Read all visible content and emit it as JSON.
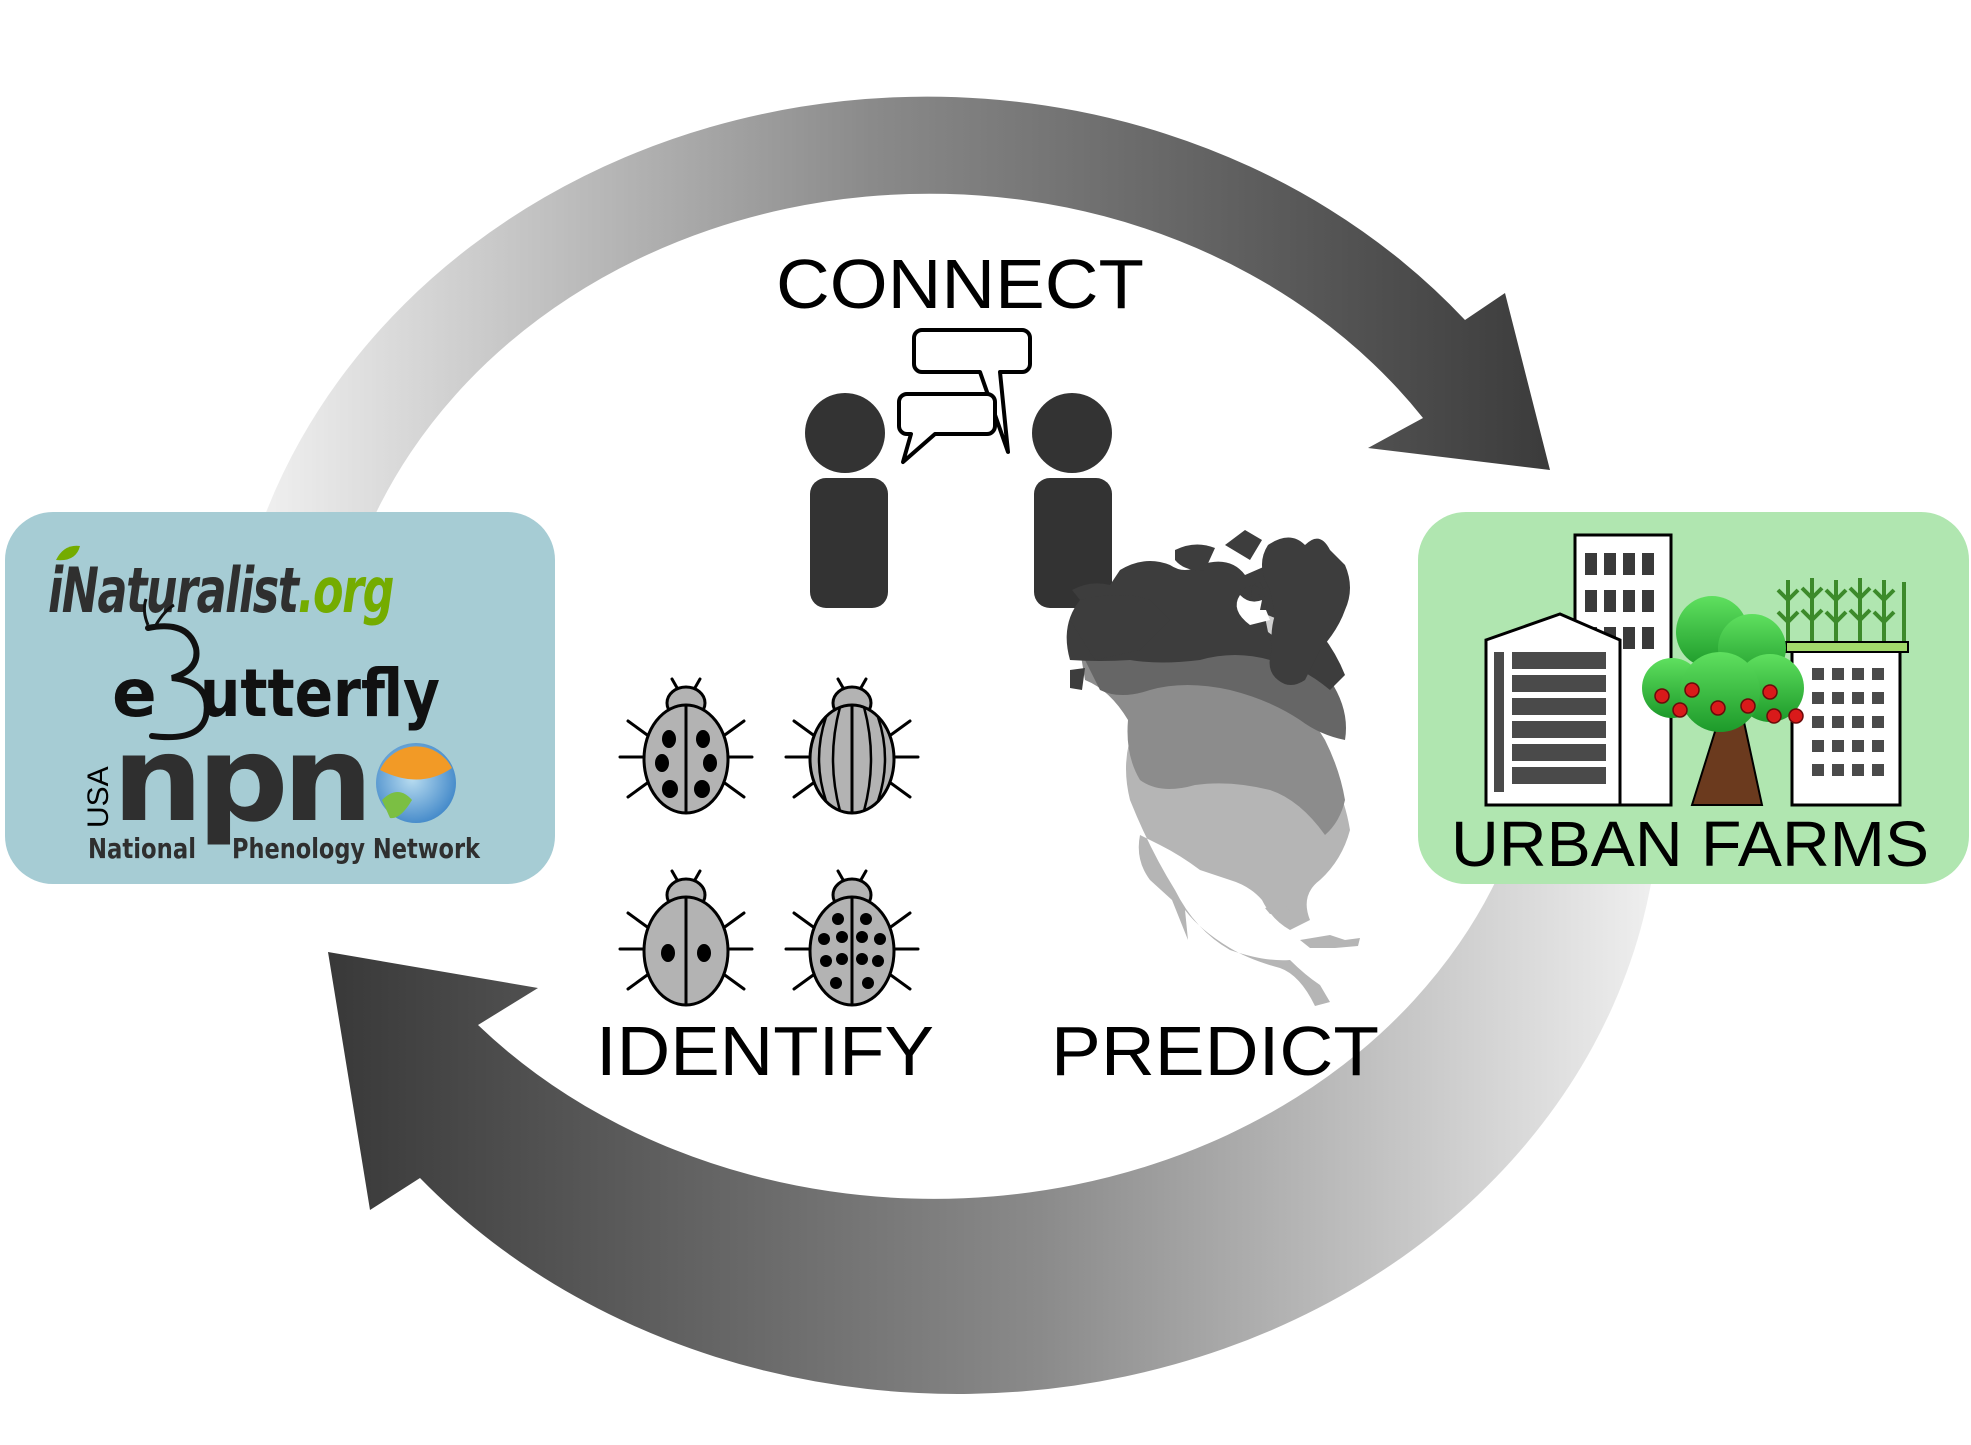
{
  "center_labels": {
    "connect": "CONNECT",
    "identify": "IDENTIFY",
    "predict": "PREDICT"
  },
  "left_panel": {
    "inaturalist": {
      "main": "iNaturalist",
      "suffix": ".org"
    },
    "ebutterfly": {
      "prefix": "e",
      "rest": "utterfly"
    },
    "npn": {
      "usa": "USA",
      "letters": "npn",
      "national": "National",
      "phenology_network": "Phenology Network"
    }
  },
  "right_panel": {
    "title": "URBAN FARMS"
  },
  "colors": {
    "left_panel_bg": "#a6ccd4",
    "right_panel_bg": "#b0e6b0",
    "arrow_dark": "#333333",
    "arrow_light": "#e8e8e8",
    "inat_green": "#74ac00",
    "inat_dark": "#2f2f2f",
    "npn_blue": "#2d4e77",
    "tree_green": "#33c13c",
    "tree_trunk": "#6b3a1e",
    "apple_red": "#d91a1a",
    "beetle_gray": "#b3b3b3"
  },
  "icons": {
    "people": "two-people-conversation-icon",
    "beetles": "beetle-icon",
    "map": "north-america-map-icon",
    "city": "urban-farm-city-icon"
  }
}
